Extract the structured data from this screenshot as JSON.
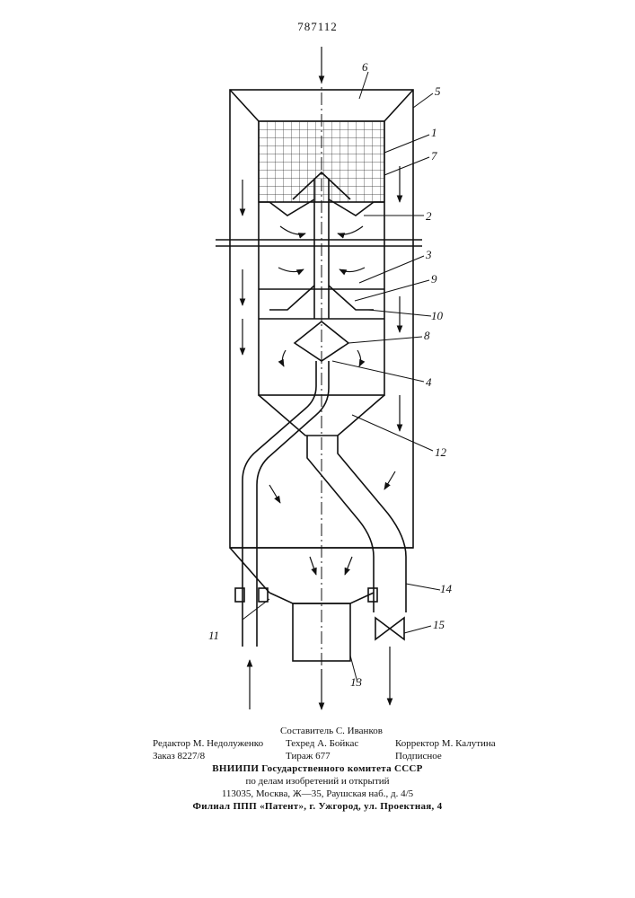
{
  "page": {
    "number": "787112"
  },
  "figure": {
    "labels": [
      "1",
      "2",
      "3",
      "4",
      "5",
      "6",
      "7",
      "8",
      "9",
      "10",
      "11",
      "12",
      "13",
      "14",
      "15"
    ]
  },
  "imprint": {
    "compiler": "Составитель С. Иванков",
    "editor": "Редактор М. Недолуженко",
    "techred": "Техред А. Бойкас",
    "corrector": "Корректор М. Калутина",
    "order": "Заказ 8227/8",
    "circulation": "Тираж 677",
    "subscription": "Подписное",
    "institute_line1": "ВНИИПИ Государственного комитета СССР",
    "institute_line2": "по делам изобретений и открытий",
    "address": "113035, Москва, Ж—35, Раушская наб., д. 4/5",
    "branch": "Филиал ППП «Патент», г. Ужгород, ул. Проектная, 4"
  }
}
